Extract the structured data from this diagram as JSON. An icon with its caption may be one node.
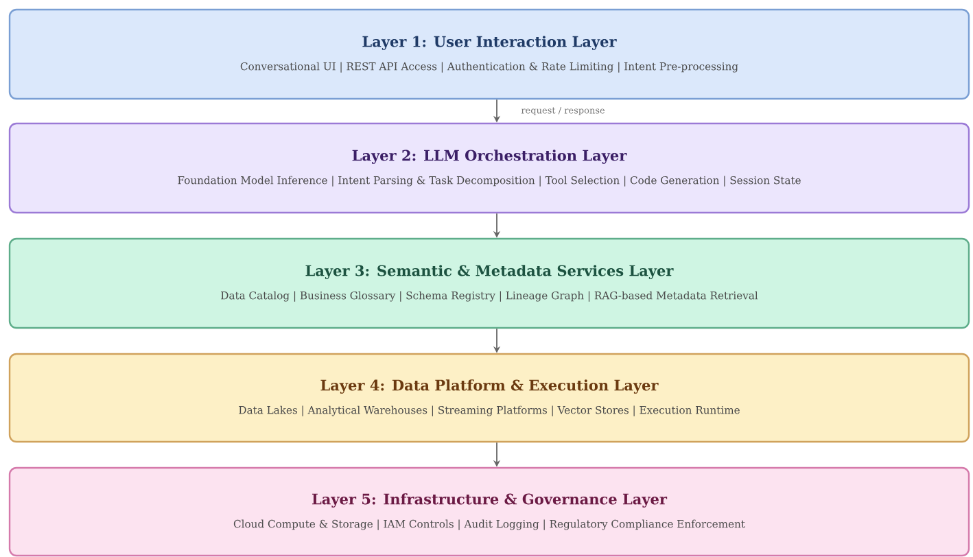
{
  "diagram": {
    "nodes": [
      {
        "text": [
          "Layer 1: User Interaction Layer",
          "Conversational UI | REST API Access | Authentication & Rate Limiting | Intent Pre-processing"
        ]
      },
      {
        "text": [
          "Layer 2: LLM Orchestration Layer",
          "Foundation Model Inference | Intent Parsing & Task Decomposition | Tool Selection | Code Generation | Session State"
        ]
      },
      {
        "text": [
          "Layer 3: Semantic & Metadata Services Layer",
          "Data Catalog | Business Glossary | Schema Registry | Lineage Graph | RAG-based Metadata Retrieval"
        ]
      },
      {
        "text": [
          "Layer 4: Data Platform & Execution Layer",
          "Data Lakes | Analytical Warehouses | Streaming Platforms | Vector Stores | Execution Runtime"
        ]
      },
      {
        "text": [
          "Layer 5: Infrastructure & Governance Layer",
          "Cloud Compute & Storage | IAM Controls | Audit Logging | Regulatory Compliance Enforcement"
        ]
      }
    ],
    "edges": [
      {
        "from": 0,
        "to": 1,
        "arrow": "to",
        "label": "request / response"
      },
      {
        "from": 1,
        "to": 2,
        "arrow": "to"
      },
      {
        "from": 2,
        "to": 3,
        "arrow": "to"
      },
      {
        "from": 3,
        "to": 4,
        "arrow": "to"
      }
    ]
  }
}
